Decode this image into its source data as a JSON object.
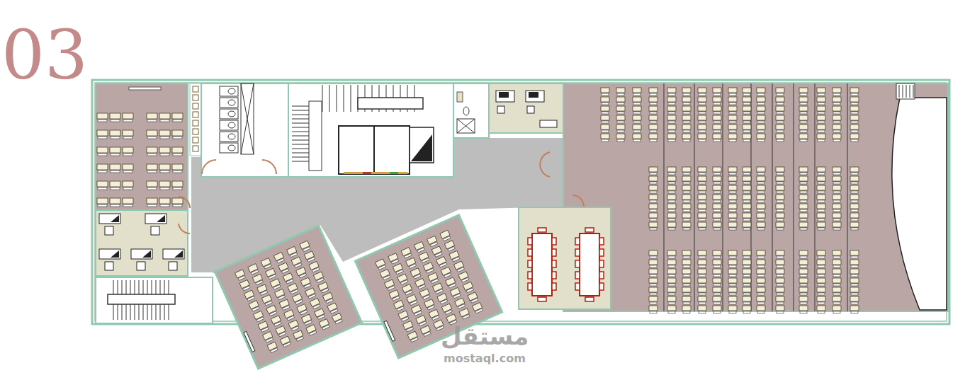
{
  "diagram": {
    "title": "03",
    "labels": [
      "مستقل",
      "mostaql.com"
    ]
  }
}
